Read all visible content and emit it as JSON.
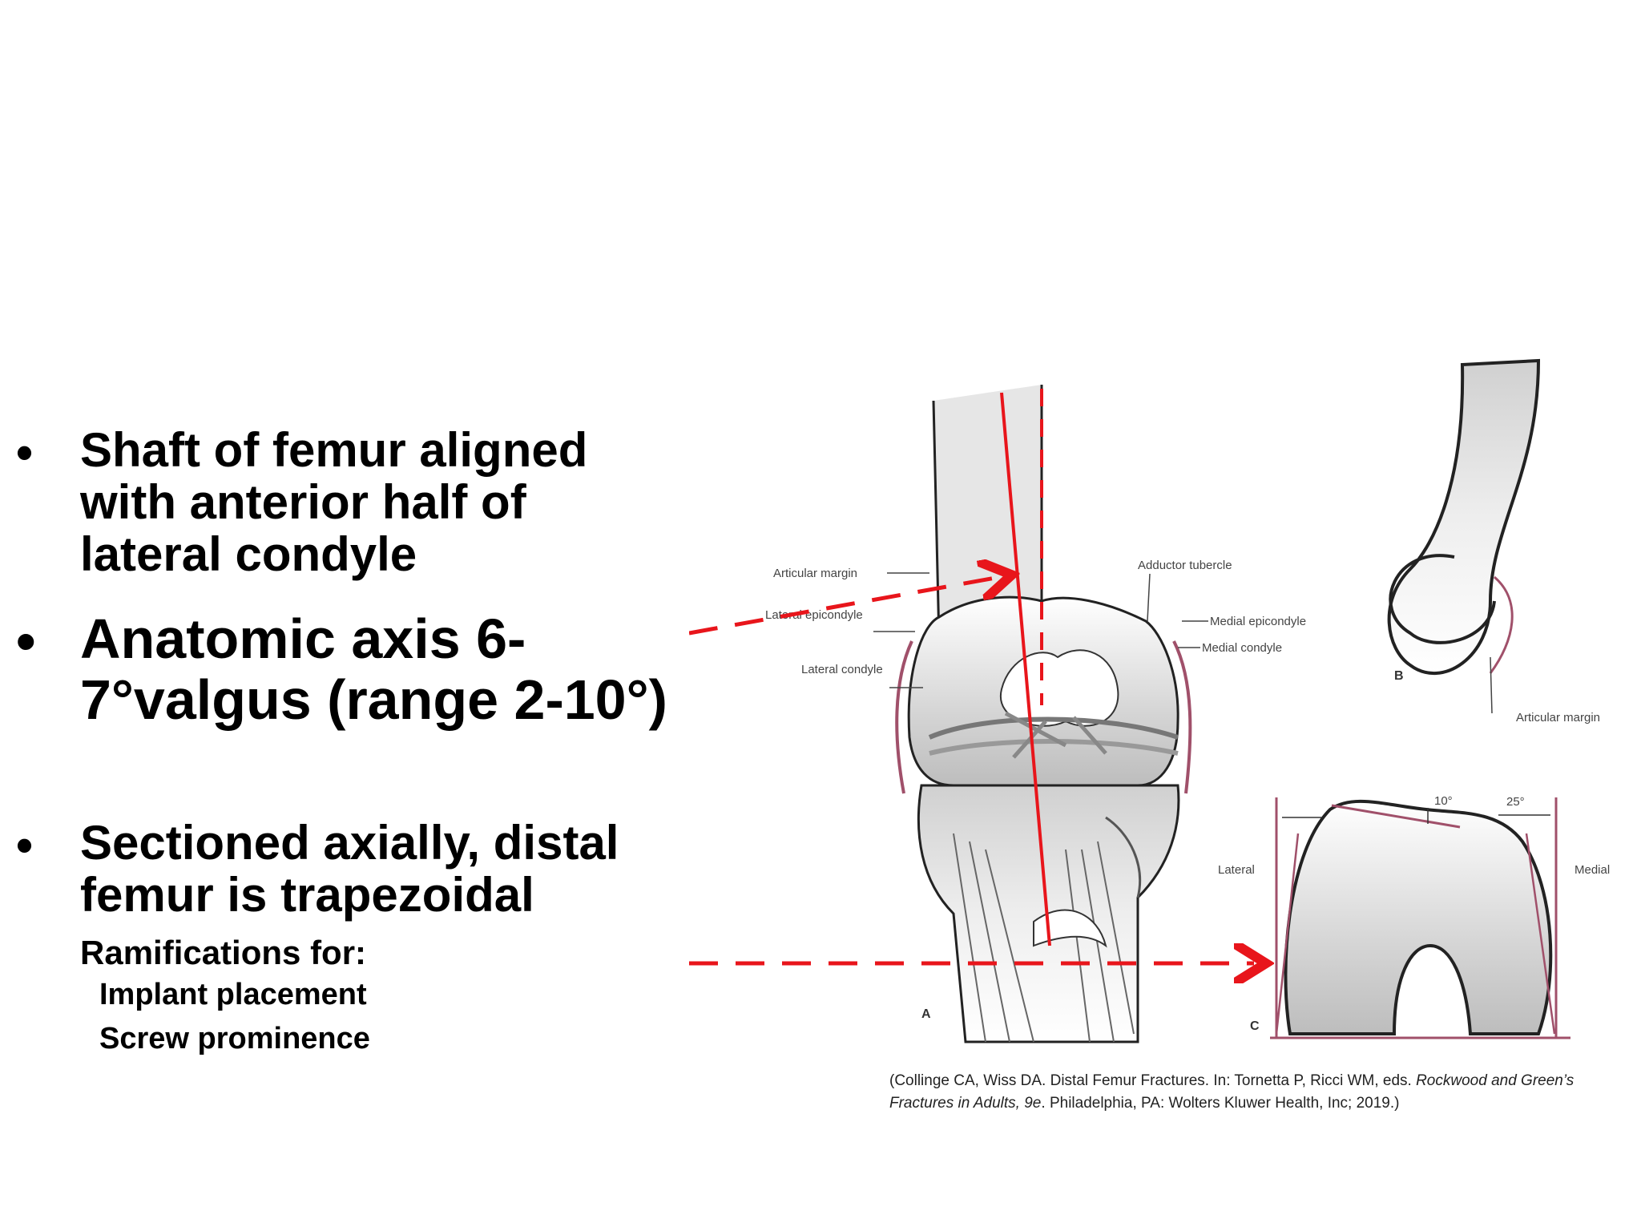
{
  "bullets": [
    {
      "marker": "•",
      "text": "Shaft of femur aligned with anterior half of lateral condyle"
    },
    {
      "marker": "•",
      "text": "Anatomic axis 6-7°valgus (range 2-10°)"
    },
    {
      "marker": "•",
      "text": "Sectioned axially, distal femur is trapezoidal"
    }
  ],
  "ramifications": {
    "heading": "Ramifications for:",
    "items": [
      "Implant placement",
      "Screw prominence"
    ]
  },
  "figure": {
    "labels": {
      "articular_margin_a": "Articular margin",
      "lateral_epicondyle": "Lateral epicondyle",
      "lateral_condyle": "Lateral condyle",
      "adductor_tubercle": "Adductor tubercle",
      "medial_epicondyle": "Medial epicondyle",
      "medial_condyle": "Medial condyle",
      "articular_margin_b": "Articular margin",
      "lateral": "Lateral",
      "medial": "Medial",
      "angle_10": "10°",
      "angle_25": "25°"
    },
    "panel_letters": {
      "a": "A",
      "b": "B",
      "c": "C"
    },
    "colors": {
      "arrow": "#e8151b",
      "outline": "#a0506a"
    }
  },
  "citation": {
    "part1": "(Collinge CA, Wiss DA. Distal Femur Fractures. In: Tornetta P, Ricci WM, eds. ",
    "italic": "Rockwood and Green’s Fractures in Adults, 9e",
    "part2": ". Philadelphia, PA: Wolters Kluwer Health, Inc; 2019.)"
  }
}
